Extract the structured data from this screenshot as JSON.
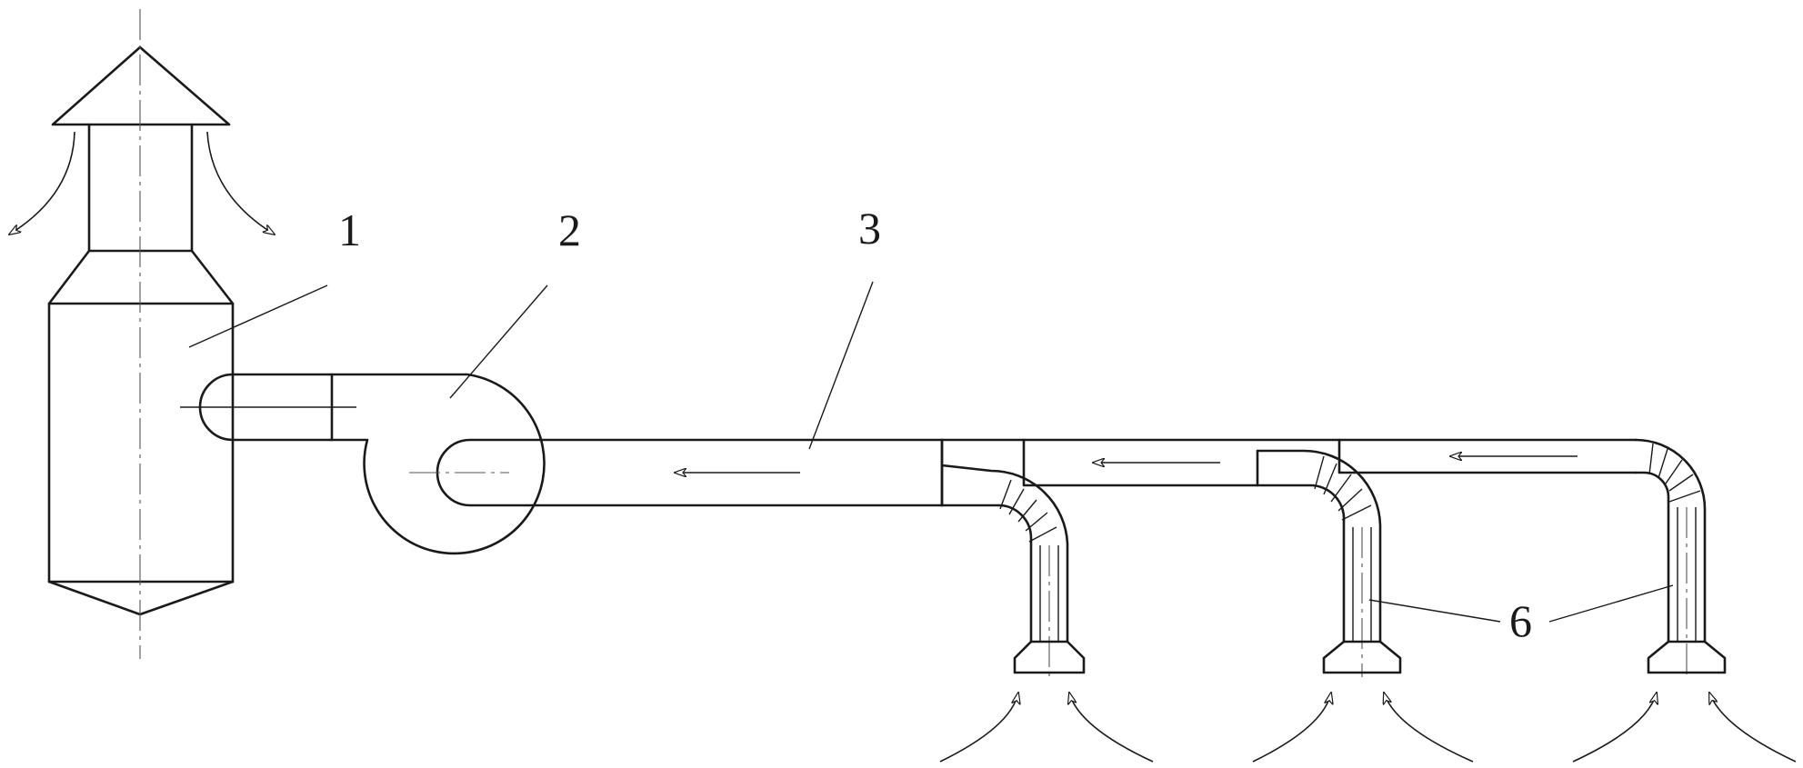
{
  "diagram": {
    "labels": {
      "l1": "1",
      "l2": "2",
      "l3": "3",
      "l6": "6"
    }
  }
}
